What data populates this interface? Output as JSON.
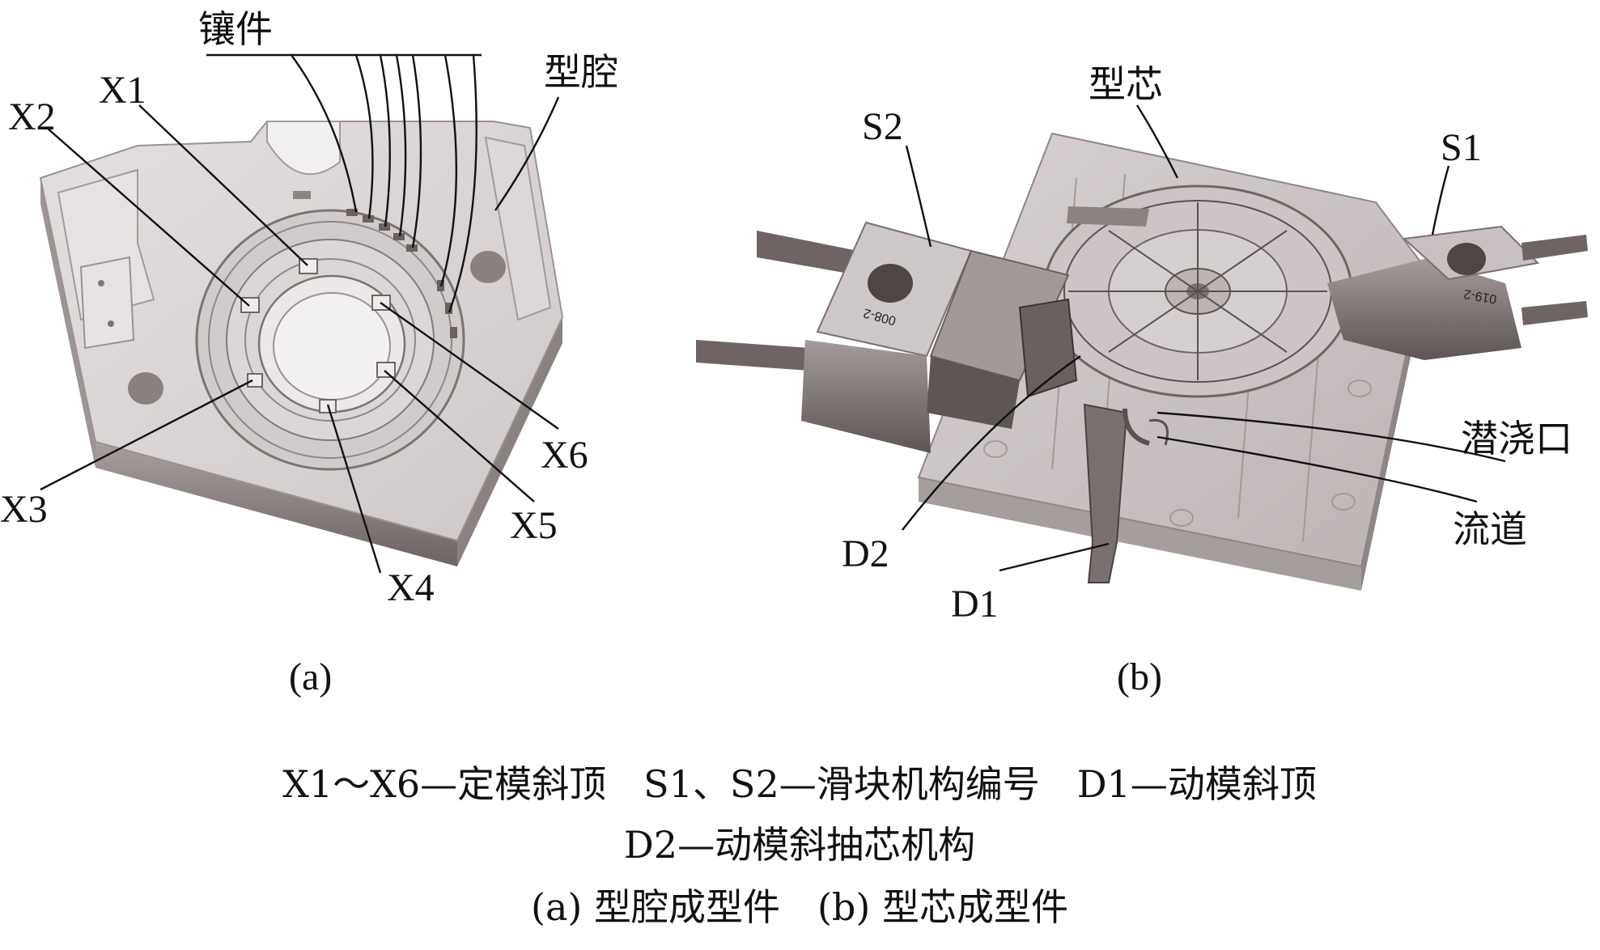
{
  "panel_a": {
    "labels": {
      "insert": "镶件",
      "cavity": "型腔",
      "x1": "X1",
      "x2": "X2",
      "x3": "X3",
      "x4": "X4",
      "x5": "X5",
      "x6": "X6"
    },
    "sub_label": "(a)"
  },
  "panel_b": {
    "labels": {
      "core": "型芯",
      "s1": "S1",
      "s2": "S2",
      "submarine_gate": "潜浇口",
      "runner": "流道",
      "d1": "D1",
      "d2": "D2"
    },
    "part_codes": {
      "left_slider": "008-2",
      "right_slider": "019-2"
    },
    "sub_label": "(b)"
  },
  "caption": {
    "line1": "X1～X6—定模斜顶　S1、S2—滑块机构编号　D1—动模斜顶",
    "line2": "D2—动模斜抽芯机构",
    "line3": "(a) 型腔成型件　(b) 型芯成型件"
  },
  "colors": {
    "mold_face": "#d9d3d3",
    "mold_side": "#b7afaf",
    "mold_dark": "#6e6464",
    "core_translucent": "#cbc3c3",
    "leader_line": "#111111"
  }
}
